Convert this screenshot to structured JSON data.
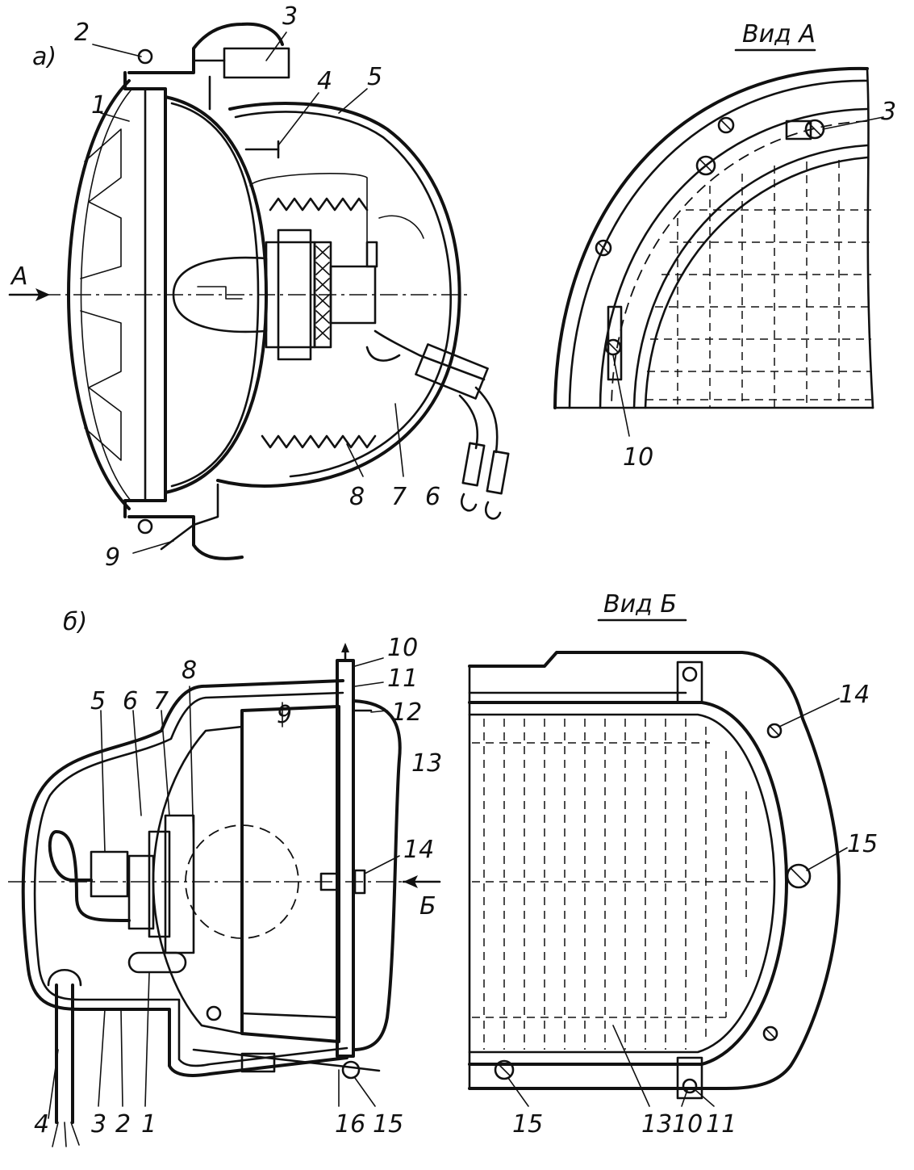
{
  "figure": {
    "parts": [
      {
        "id": "a",
        "label": "а)"
      },
      {
        "id": "b",
        "label": "б)"
      }
    ],
    "views": [
      {
        "id": "view-a",
        "label": "Вид А"
      },
      {
        "id": "view-b",
        "label": "Вид Б"
      }
    ],
    "arrows": {
      "a": "A",
      "b": "Б"
    },
    "callouts_a": [
      "1",
      "2",
      "3",
      "4",
      "5",
      "6",
      "7",
      "8",
      "9"
    ],
    "callouts_view_a": [
      "3",
      "10"
    ],
    "callouts_b": [
      "1",
      "2",
      "3",
      "4",
      "5",
      "6",
      "7",
      "8",
      "9",
      "10",
      "11",
      "12",
      "13",
      "14",
      "15",
      "16"
    ],
    "callouts_view_b": [
      "14",
      "15",
      "13",
      "10",
      "11",
      "15"
    ]
  }
}
